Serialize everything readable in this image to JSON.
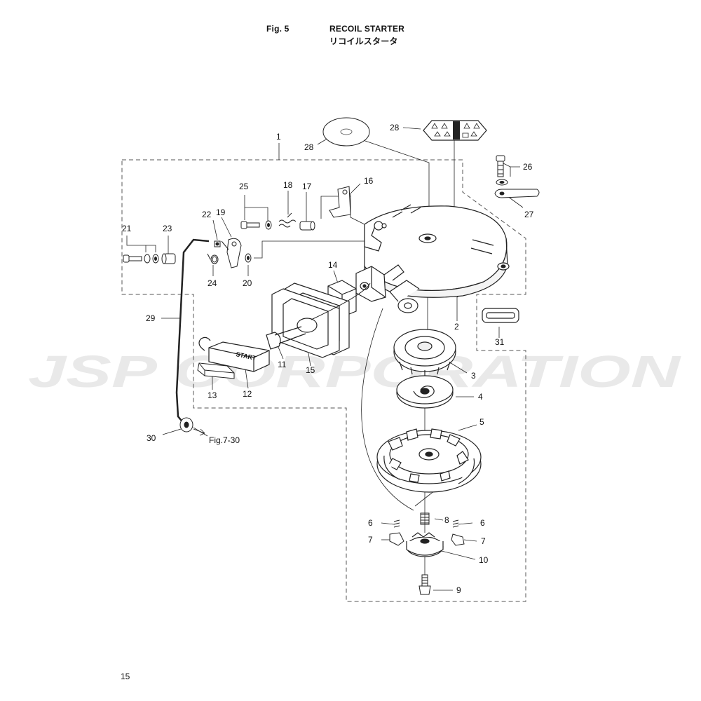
{
  "header": {
    "fig_label": "Fig. 5",
    "title_en": "RECOIL STARTER",
    "title_ja": "リコイルスタータ"
  },
  "watermark": {
    "text": "JSP CORPORATION",
    "color": "#e9e9e9"
  },
  "page_number": "15",
  "decal": {
    "start_label": "START"
  },
  "callouts": {
    "c1": "1",
    "c2": "2",
    "c3": "3",
    "c4": "4",
    "c5": "5",
    "c6a": "6",
    "c6b": "6",
    "c7a": "7",
    "c7b": "7",
    "c8": "8",
    "c9": "9",
    "c10": "10",
    "c11": "11",
    "c12": "12",
    "c13": "13",
    "c14": "14",
    "c15": "15",
    "c16": "16",
    "c17": "17",
    "c18": "18",
    "c19": "19",
    "c20": "20",
    "c21": "21",
    "c22": "22",
    "c23": "23",
    "c24": "24",
    "c25": "25",
    "c26": "26",
    "c27": "27",
    "c28a": "28",
    "c28b": "28",
    "c29": "29",
    "c30": "30",
    "c31": "31",
    "ref": "Fig.7-30"
  }
}
